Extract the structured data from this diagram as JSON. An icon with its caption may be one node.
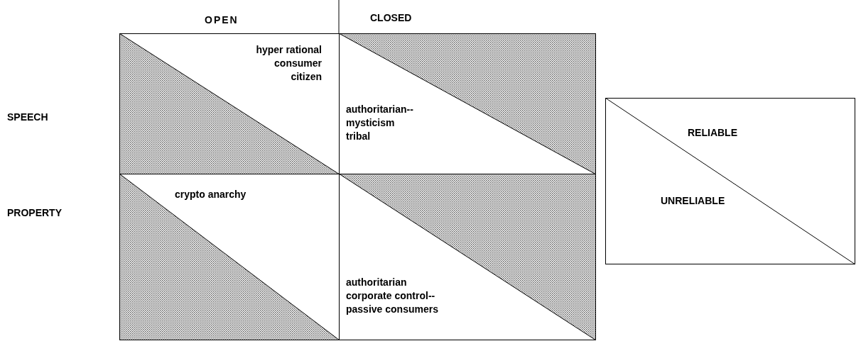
{
  "diagram": {
    "nodes": [
      {
        "text": [
          "hyper rational consumer citizen"
        ]
      },
      {
        "text": [
          "authoritarian-- mysticism tribal"
        ]
      },
      {
        "text": [
          "crypto anarchy"
        ]
      },
      {
        "text": [
          "authoritarian corporate control-- passive consumers"
        ]
      },
      {
        "text": [
          "RELIABLE",
          "UNRELIABLE"
        ]
      }
    ],
    "edges": [],
    "labels": [
      "OPEN",
      "CLOSED",
      "SPEECH",
      "PROPERTY"
    ]
  }
}
